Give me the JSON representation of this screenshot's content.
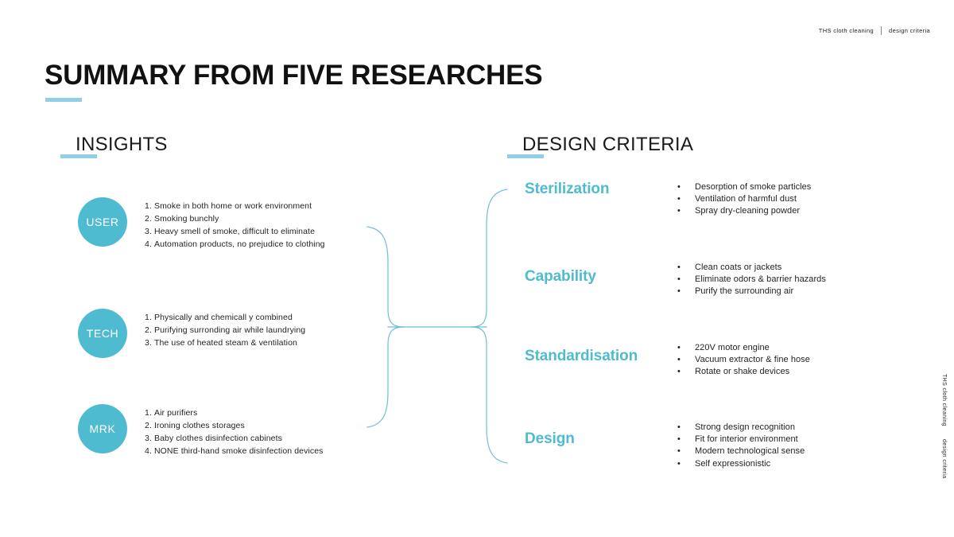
{
  "header": {
    "brand": "THS cloth cleaning",
    "separator": "|",
    "section": "design criteria"
  },
  "page_title": "SUMMARY FROM FIVE RESEARCHES",
  "colors": {
    "accent_circle": "#4fbbd0",
    "accent_rule": "#92cee8",
    "criteria_title": "#4fbbd0",
    "connector_line": "#6cbedb",
    "body_text": "#231f20",
    "background": "#ffffff"
  },
  "insights": {
    "heading": "INSIGHTS",
    "groups": [
      {
        "badge": "USER",
        "items": [
          {
            "num": "1.",
            "text": "Smoke in both home or work environment"
          },
          {
            "num": "2.",
            "text": "Smoking bunchly"
          },
          {
            "num": "3.",
            "text": "Heavy smell of smoke, difficult to eliminate"
          },
          {
            "num": "4.",
            "text": "Automation products, no prejudice to clothing"
          }
        ]
      },
      {
        "badge": "TECH",
        "items": [
          {
            "num": "1.",
            "text": "Physically and chemicall y combined"
          },
          {
            "num": "2.",
            "text": "Purifying surronding air while laundrying"
          },
          {
            "num": "3.",
            "text": "The use of heated steam & ventilation"
          }
        ]
      },
      {
        "badge": "MRK",
        "items": [
          {
            "num": "1.",
            "text": "Air purifiers"
          },
          {
            "num": "2.",
            "text": "Ironing clothes storages"
          },
          {
            "num": "3.",
            "text": "Baby clothes disinfection cabinets"
          },
          {
            "num": "4.",
            "text": "NONE third-hand smoke disinfection devices"
          }
        ]
      }
    ]
  },
  "design_criteria": {
    "heading": "DESIGN CRITERIA",
    "groups": [
      {
        "title": "Sterilization",
        "bullets": [
          "Desorption of smoke particles",
          "Ventilation of harmful dust",
          "Spray dry-cleaning powder"
        ]
      },
      {
        "title": "Capability",
        "bullets": [
          "Clean coats or jackets",
          "Eliminate odors & barrier hazards",
          "Purify the surrounding air"
        ]
      },
      {
        "title": "Standardisation",
        "bullets": [
          "220V motor engine",
          "Vacuum extractor & fine hose",
          "Rotate or shake devices"
        ]
      },
      {
        "title": "Design",
        "bullets": [
          "Strong design recognition",
          "Fit for interior environment",
          "Modern technological sense",
          "Self expressionistic"
        ]
      }
    ]
  },
  "side_caption": {
    "brand": "THS cloth cleaning",
    "separator": "|",
    "section": "design criteria"
  },
  "bullet_glyph": "•"
}
